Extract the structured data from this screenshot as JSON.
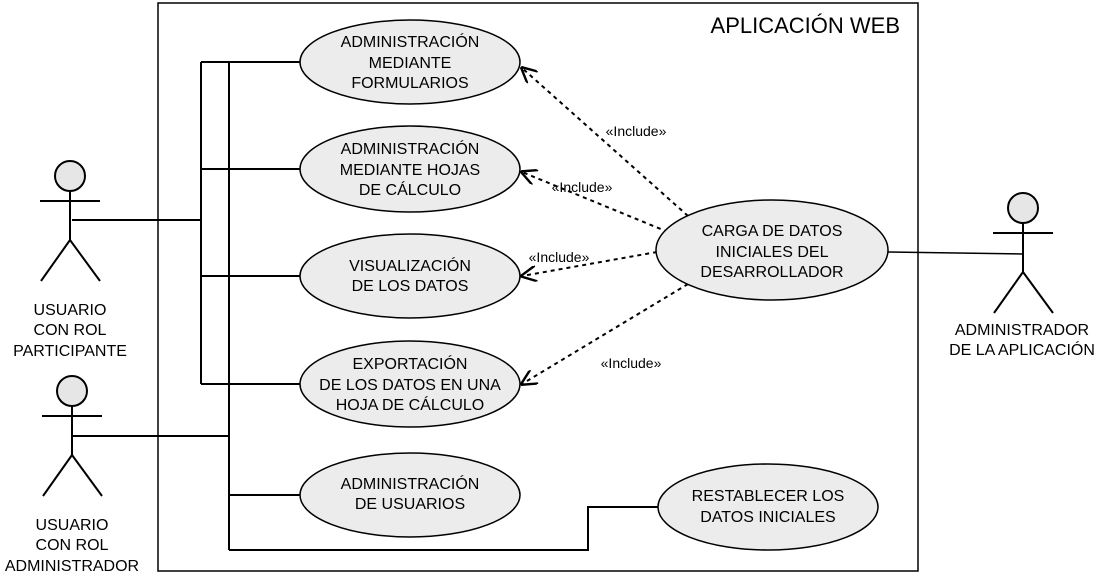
{
  "system": {
    "title": "APLICACIÓN WEB"
  },
  "actors": {
    "participant": {
      "line1": "USUARIO",
      "line2": "CON ROL",
      "line3": "PARTICIPANTE"
    },
    "admin_user": {
      "line1": "USUARIO",
      "line2": "CON ROL",
      "line3": "ADMINISTRADOR"
    },
    "app_admin": {
      "line1": "ADMINISTRADOR",
      "line2": "DE LA APLICACIÓN"
    }
  },
  "use_cases": {
    "forms": {
      "line1": "ADMINISTRACIÓN",
      "line2": "MEDIANTE",
      "line3": "FORMULARIOS"
    },
    "sheets": {
      "line1": "ADMINISTRACIÓN",
      "line2": "MEDIANTE HOJAS",
      "line3": "DE CÁLCULO"
    },
    "visual": {
      "line1": "VISUALIZACIÓN",
      "line2": "DE LOS DATOS"
    },
    "export": {
      "line1": "EXPORTACIÓN",
      "line2": "DE LOS DATOS EN UNA",
      "line3": "HOJA DE CÁLCULO"
    },
    "users": {
      "line1": "ADMINISTRACIÓN",
      "line2": "DE USUARIOS"
    },
    "load": {
      "line1": "CARGA DE DATOS",
      "line2": "INICIALES DEL",
      "line3": "DESARROLLADOR"
    },
    "reset": {
      "line1": "RESTABLECER LOS",
      "line2": "DATOS INICIALES"
    }
  },
  "relations": {
    "include_forms": "«Include»",
    "include_sheets": "«Include»",
    "include_visual": "«Include»",
    "include_export": "«Include»"
  },
  "colors": {
    "usecase_fill": "#ececec",
    "actor_head_fill": "#e6e6e6",
    "stroke": "#000000"
  }
}
